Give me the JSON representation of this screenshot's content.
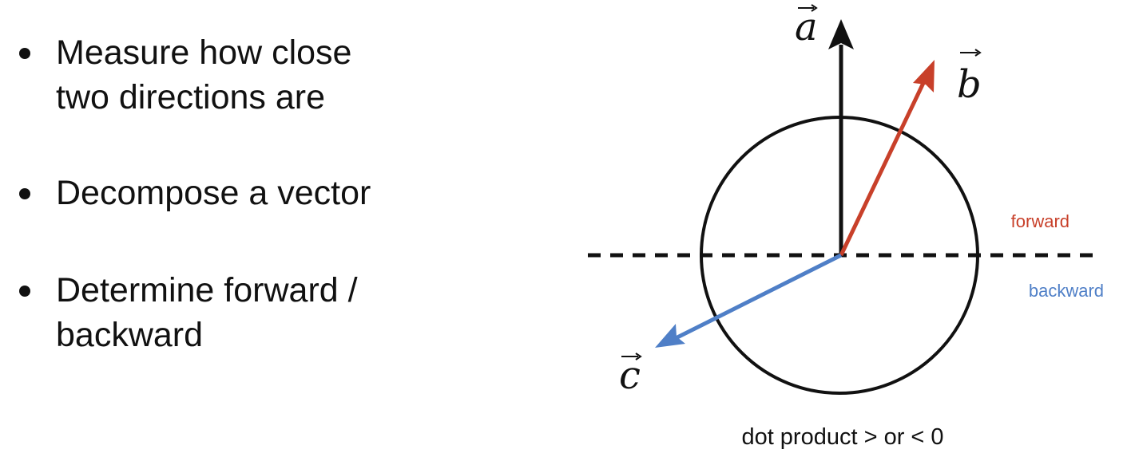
{
  "bullets": [
    {
      "line1": "Measure how close",
      "line2": "two directions are"
    },
    {
      "line1": "Decompose a vector",
      "line2": ""
    },
    {
      "line1": "Determine forward /",
      "line2": "backward"
    }
  ],
  "diagram": {
    "vectors": [
      {
        "label": "a",
        "color": "#111111"
      },
      {
        "label": "b",
        "color": "#c8402a"
      },
      {
        "label": "c",
        "color": "#4f7fc7"
      }
    ],
    "forward_label": "forward",
    "forward_color": "#c8402a",
    "backward_label": "backward",
    "backward_color": "#4f7fc7",
    "caption": "dot product > or < 0"
  }
}
